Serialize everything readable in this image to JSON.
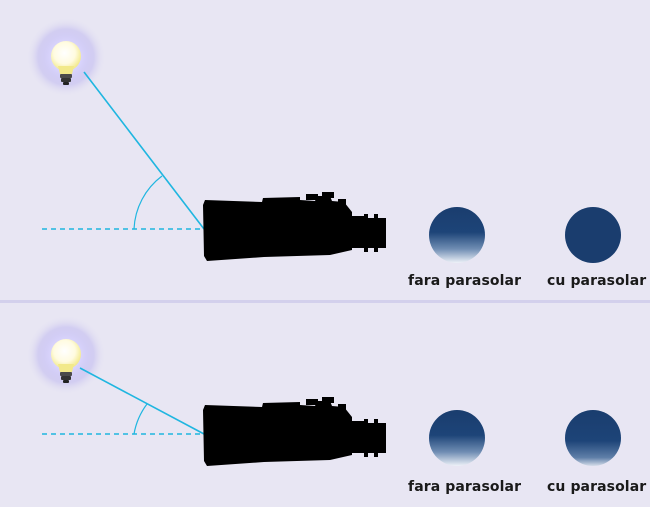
{
  "colors": {
    "background": "#e8e6f3",
    "divider": "#d3d0ec",
    "light_ray": "#1fb6e0",
    "camera": "#000000",
    "result_circle": "#1a3d6e",
    "bulb_glow": "#b8b0ef"
  },
  "scenes": [
    {
      "left_label": "fara parasolar",
      "right_label": "cu parasolar",
      "left_flare": true,
      "right_flare": false
    },
    {
      "left_label": "fara parasolar",
      "right_label": "cu parasolar",
      "left_flare": true,
      "right_flare": true
    }
  ],
  "icons": [
    "light-bulb-icon",
    "camera-icon"
  ]
}
